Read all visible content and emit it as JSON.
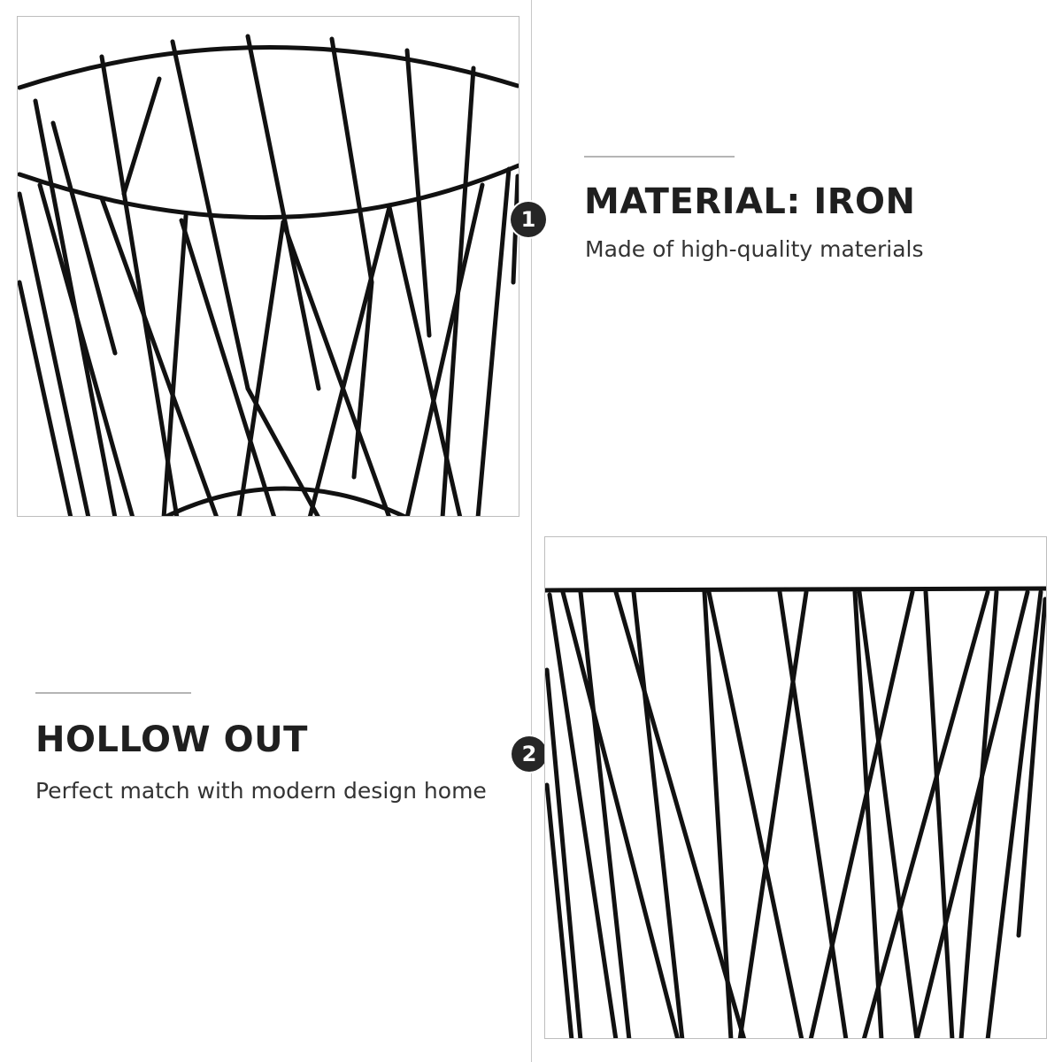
{
  "feature_1": {
    "number": "1",
    "title": "MATERIAL: IRON",
    "description": "Made of high-quality materials"
  },
  "feature_2": {
    "number": "2",
    "title": "HOLLOW OUT",
    "description": "Perfect match with modern design home"
  },
  "colors": {
    "background": "#ffffff",
    "wire": "#111111",
    "badge": "#262626",
    "rule": "#b5b5b5"
  }
}
